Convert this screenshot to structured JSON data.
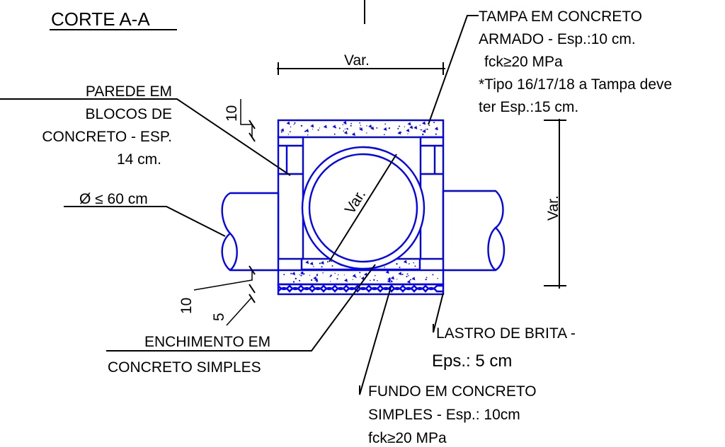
{
  "title": "CORTE A-A",
  "labels": {
    "tampa_1": "TAMPA EM CONCRETO",
    "tampa_2": "ARMADO - Esp.:10 cm.",
    "tampa_3": "fck≥20 MPa",
    "tampa_4": "*Tipo 16/17/18 a Tampa deve",
    "tampa_5": "ter Esp.:15 cm.",
    "parede_1": "PAREDE EM",
    "parede_2": "BLOCOS DE",
    "parede_3": "CONCRETO - ESP.",
    "parede_4": "14 cm.",
    "diam": "Ø ≤ 60 cm",
    "enchimento_1": "ENCHIMENTO EM",
    "enchimento_2": "CONCRETO SIMPLES",
    "lastro_1": "LASTRO DE BRITA -",
    "lastro_2": "Eps.: 5 cm",
    "fundo_1": "FUNDO EM CONCRETO",
    "fundo_2": "SIMPLES - Esp.: 10cm",
    "fundo_3": "fck≥20 MPa"
  },
  "dimensions": {
    "width_top": "Var.",
    "pipe_diameter": "Var.",
    "height_right": "Var.",
    "tampa_thickness": "10",
    "fundo_thickness": "10",
    "lastro_thickness": "5"
  },
  "colors": {
    "concrete": "#0000ff",
    "lines": "#000000"
  }
}
